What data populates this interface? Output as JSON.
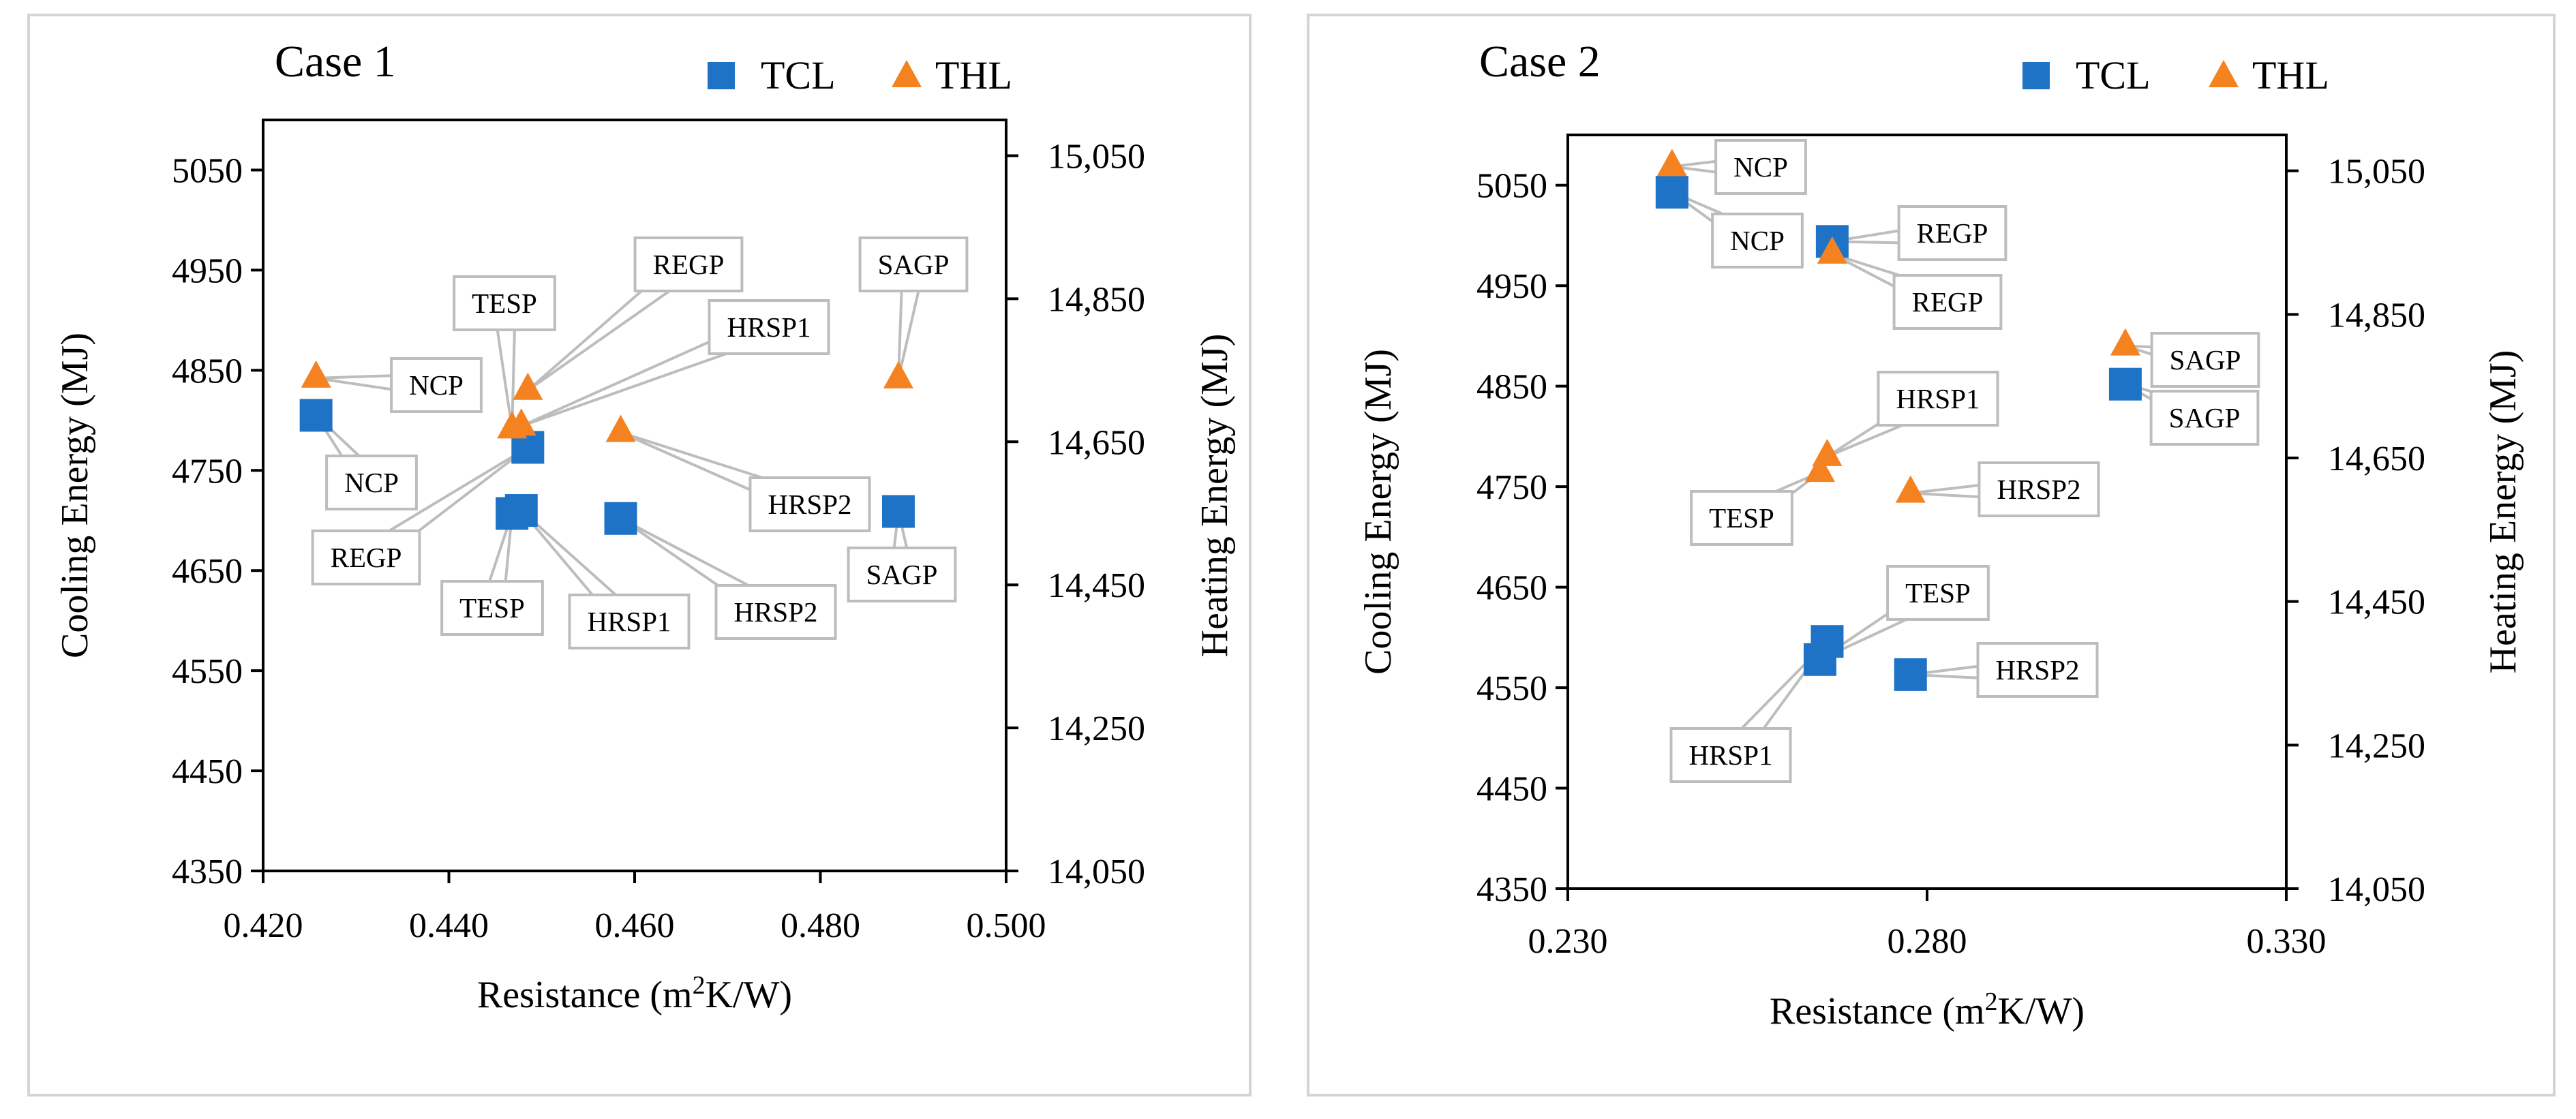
{
  "legend": {
    "tcl": "TCL",
    "thl": "THL"
  },
  "colors": {
    "tcl": "#1F73C6",
    "thl": "#F58220",
    "callout_border": "#BDBDBD",
    "frame_border": "#D4D4D4"
  },
  "chart_data": [
    {
      "type": "scatter",
      "title": "Case 1",
      "xlabel": "Resistance (m²K/W)",
      "ylabel": "Cooling Energy (MJ)",
      "y2label": "Heating Energy (MJ)",
      "xlim": [
        0.42,
        0.5
      ],
      "ylim": [
        4350,
        5100
      ],
      "y2lim": [
        14050,
        15100
      ],
      "x_ticks": [
        "0.420",
        "0.440",
        "0.460",
        "0.480",
        "0.500"
      ],
      "y_ticks": [
        "4350",
        "4450",
        "4550",
        "4650",
        "4750",
        "4850",
        "4950",
        "5050"
      ],
      "y2_ticks": [
        "14,050",
        "14,250",
        "14,450",
        "14,650",
        "14,850",
        "15,050"
      ],
      "legend_position": "top-right",
      "grid": false,
      "series": [
        {
          "name": "TCL",
          "marker": "square",
          "axis": "left",
          "points": [
            {
              "label": "NCP",
              "x": 0.4257,
              "y": 4805
            },
            {
              "label": "REGP",
              "x": 0.4485,
              "y": 4773
            },
            {
              "label": "TESP",
              "x": 0.4468,
              "y": 4707
            },
            {
              "label": "HRSP1",
              "x": 0.4478,
              "y": 4710
            },
            {
              "label": "HRSP2",
              "x": 0.4585,
              "y": 4702
            },
            {
              "label": "SAGP",
              "x": 0.4884,
              "y": 4709
            }
          ]
        },
        {
          "name": "THL",
          "marker": "triangle",
          "axis": "right",
          "points": [
            {
              "label": "NCP",
              "x": 0.4257,
              "y": 14739
            },
            {
              "label": "TESP",
              "x": 0.4468,
              "y": 14668
            },
            {
              "label": "REGP",
              "x": 0.4485,
              "y": 14722
            },
            {
              "label": "HRSP1",
              "x": 0.4478,
              "y": 14672
            },
            {
              "label": "HRSP2",
              "x": 0.4585,
              "y": 14663
            },
            {
              "label": "SAGP",
              "x": 0.4884,
              "y": 14738
            }
          ]
        }
      ]
    },
    {
      "type": "scatter",
      "title": "Case 2",
      "xlabel": "Resistance (m²K/W)",
      "ylabel": "Cooling Energy (MJ)",
      "y2label": "Heating Energy (MJ)",
      "xlim": [
        0.23,
        0.33
      ],
      "ylim": [
        4350,
        5100
      ],
      "y2lim": [
        14050,
        15100
      ],
      "x_ticks": [
        "0.230",
        "0.280",
        "0.330"
      ],
      "y_ticks": [
        "4350",
        "4450",
        "4550",
        "4650",
        "4750",
        "4850",
        "4950",
        "5050"
      ],
      "y2_ticks": [
        "14,050",
        "14,250",
        "14,450",
        "14,650",
        "14,850",
        "15,050"
      ],
      "legend_position": "top-right",
      "grid": false,
      "series": [
        {
          "name": "TCL",
          "marker": "square",
          "axis": "left",
          "points": [
            {
              "label": "NCP",
              "x": 0.2445,
              "y": 5043
            },
            {
              "label": "REGP",
              "x": 0.2668,
              "y": 4994
            },
            {
              "label": "SAGP",
              "x": 0.3076,
              "y": 4852
            },
            {
              "label": "TESP",
              "x": 0.2651,
              "y": 4578
            },
            {
              "label": "HRSP1",
              "x": 0.2661,
              "y": 4596
            },
            {
              "label": "HRSP2",
              "x": 0.2777,
              "y": 4563
            }
          ]
        },
        {
          "name": "THL",
          "marker": "triangle",
          "axis": "right",
          "points": [
            {
              "label": "NCP",
              "x": 0.2445,
              "y": 15056
            },
            {
              "label": "REGP",
              "x": 0.2668,
              "y": 14934
            },
            {
              "label": "SAGP",
              "x": 0.3076,
              "y": 14806
            },
            {
              "label": "HRSP1",
              "x": 0.2661,
              "y": 14652
            },
            {
              "label": "TESP",
              "x": 0.2651,
              "y": 14630
            },
            {
              "label": "HRSP2",
              "x": 0.2777,
              "y": 14601
            }
          ]
        }
      ]
    }
  ]
}
